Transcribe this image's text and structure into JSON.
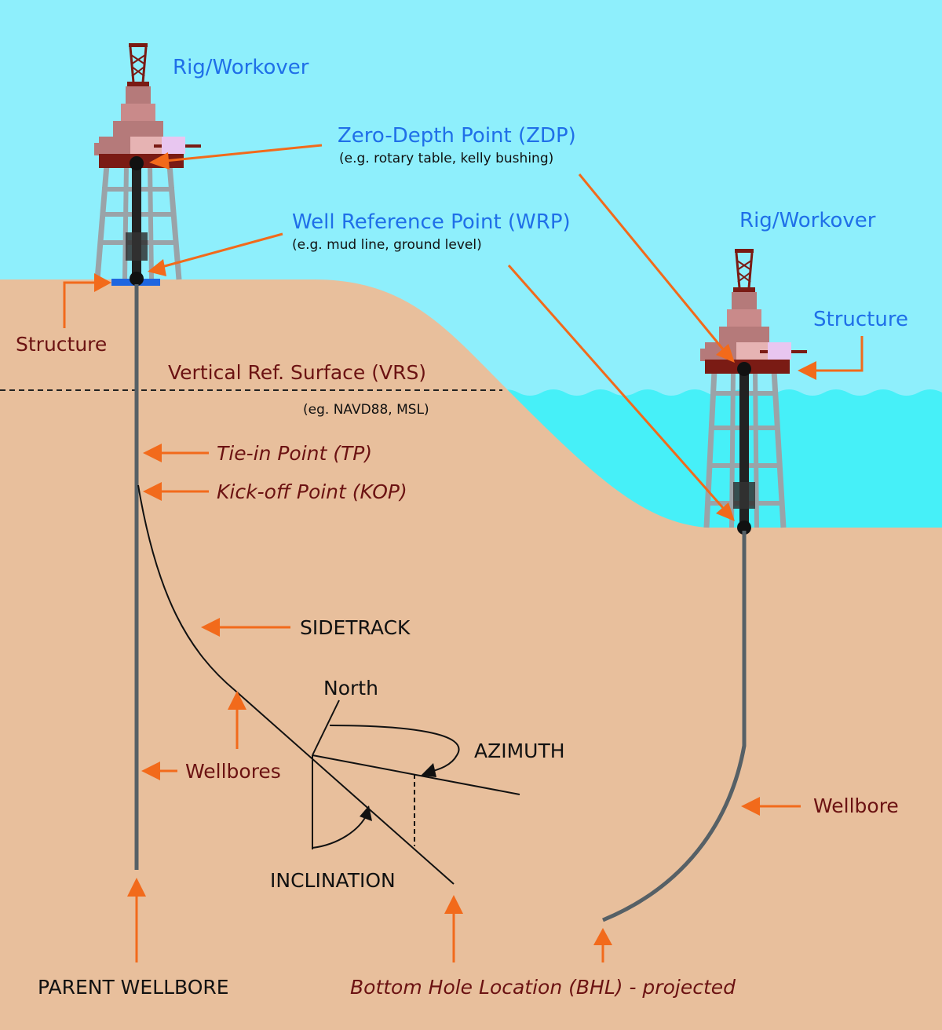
{
  "labels": {
    "rig_left": "Rig/Workover",
    "rig_right": "Rig/Workover",
    "zdp_title": "Zero-Depth Point (ZDP)",
    "zdp_note": "(e.g. rotary table, kelly bushing)",
    "wrp_title": "Well Reference Point (WRP)",
    "wrp_note": "(e.g. mud line, ground level)",
    "structure_left": "Structure",
    "structure_right": "Structure",
    "vrs_title": "Vertical Ref. Surface (VRS)",
    "vrs_note": "(eg. NAVD88, MSL)",
    "tie_in": "Tie-in Point (TP)",
    "kick_off": "Kick-off Point (KOP)",
    "sidetrack": "SIDETRACK",
    "north": "North",
    "azimuth": "AZIMUTH",
    "wellbores": "Wellbores",
    "wellbore": "Wellbore",
    "inclination": "INCLINATION",
    "parent_wellbore": "PARENT WELLBORE",
    "bhl": "Bottom Hole Location (BHL) - projected"
  },
  "colors": {
    "sky": "#8eeffc",
    "sea": "#46f0f8",
    "ground": "#e8bf9c",
    "accent_arrow": "#f26a1b",
    "blue_text": "#1f6fe8",
    "dark_red_text": "#6b1212",
    "rig_pink": "#c98a8a",
    "rig_dark": "#7a1b14",
    "derrick_grey": "#9aa3a8",
    "wellbore_grey": "#566066"
  }
}
